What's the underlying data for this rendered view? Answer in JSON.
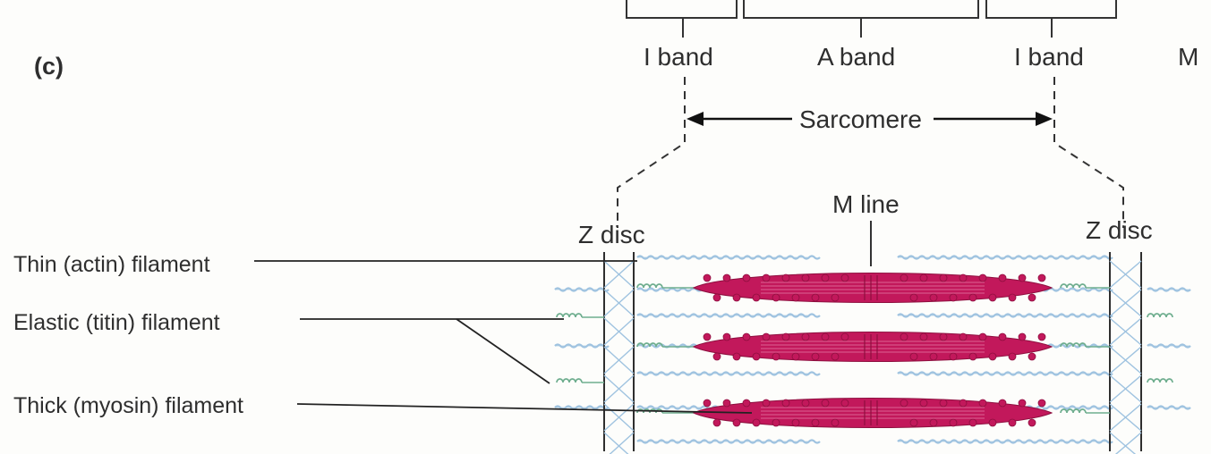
{
  "figure": {
    "panel_label": "(c)",
    "bands": {
      "i_band_left": "I band",
      "a_band": "A band",
      "i_band_right": "I band",
      "m_edge": "M"
    },
    "sarcomere_label": "Sarcomere",
    "m_line_label": "M line",
    "z_disc_left": "Z disc",
    "z_disc_right": "Z disc",
    "callouts": {
      "thin": "Thin (actin) filament",
      "elastic": "Elastic (titin) filament",
      "thick": "Thick (myosin) filament"
    }
  },
  "colors": {
    "myosin": "#c2185b",
    "myosin_dark": "#8e0f3f",
    "actin": "#9fc3e0",
    "titin": "#6fae8f",
    "line": "#2e2e2e"
  }
}
